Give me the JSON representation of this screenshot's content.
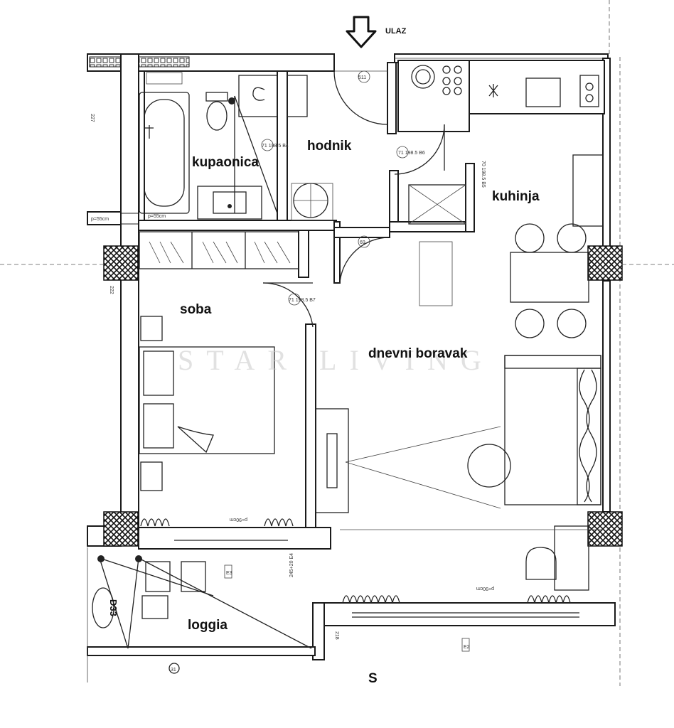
{
  "entrance": {
    "label": "ULAZ",
    "icon": "down-arrow-icon"
  },
  "rooms": {
    "hodnik": "hodnik",
    "kupaonica": "kupaonica",
    "kuhinja": "kuhinja",
    "soba": "soba",
    "dnevni_boravak": "dnevni boravak",
    "loggia": "loggia"
  },
  "orientation": "S",
  "watermark": "STAR LIVING",
  "small_labels": {
    "door_b4": "71\n198.5\nB4",
    "door_b6": "71\n198.5\nB6",
    "door_b5": "70\n198.5\nB5",
    "door_b7": "71\n198.5\nB7",
    "radiator_bath": "p=55cm",
    "radiator_left": "p=55cm",
    "radiator_soba": "p=90cm",
    "radiator_living": "p=90cm",
    "window_e4": "245+20\nE4",
    "window_e3": "E3",
    "window_e2": "E2",
    "height_227": "227",
    "height_222": "222",
    "height_218": "218",
    "column_d33": "D33",
    "marker_31": "31",
    "marker_69": "69",
    "marker_511": "511"
  }
}
